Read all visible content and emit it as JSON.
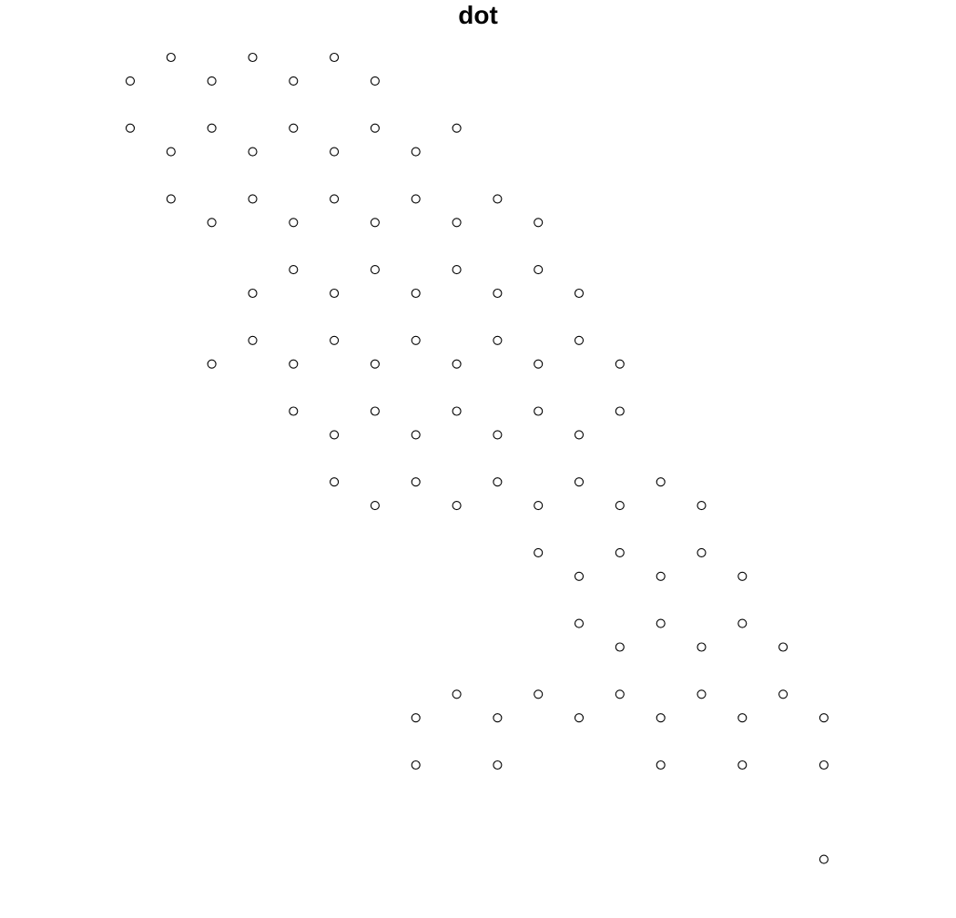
{
  "chart_data": {
    "type": "scatter",
    "title": "dot",
    "xlabel": "",
    "ylabel": "",
    "axes_shown": false,
    "grid": false,
    "marker": "open-circle",
    "marker_color": "#000000",
    "xlim": [
      0,
      17
    ],
    "ylim": [
      0,
      35
    ],
    "points": [
      [
        1,
        34
      ],
      [
        3,
        34
      ],
      [
        5,
        34
      ],
      [
        0,
        33
      ],
      [
        2,
        33
      ],
      [
        4,
        33
      ],
      [
        6,
        33
      ],
      [
        0,
        31
      ],
      [
        2,
        31
      ],
      [
        4,
        31
      ],
      [
        6,
        31
      ],
      [
        8,
        31
      ],
      [
        1,
        30
      ],
      [
        3,
        30
      ],
      [
        5,
        30
      ],
      [
        7,
        30
      ],
      [
        1,
        28
      ],
      [
        3,
        28
      ],
      [
        5,
        28
      ],
      [
        7,
        28
      ],
      [
        9,
        28
      ],
      [
        2,
        27
      ],
      [
        4,
        27
      ],
      [
        6,
        27
      ],
      [
        8,
        27
      ],
      [
        10,
        27
      ],
      [
        4,
        25
      ],
      [
        6,
        25
      ],
      [
        8,
        25
      ],
      [
        10,
        25
      ],
      [
        3,
        24
      ],
      [
        5,
        24
      ],
      [
        7,
        24
      ],
      [
        9,
        24
      ],
      [
        11,
        24
      ],
      [
        3,
        22
      ],
      [
        5,
        22
      ],
      [
        7,
        22
      ],
      [
        9,
        22
      ],
      [
        11,
        22
      ],
      [
        2,
        21
      ],
      [
        4,
        21
      ],
      [
        6,
        21
      ],
      [
        8,
        21
      ],
      [
        10,
        21
      ],
      [
        12,
        21
      ],
      [
        4,
        19
      ],
      [
        6,
        19
      ],
      [
        8,
        19
      ],
      [
        10,
        19
      ],
      [
        12,
        19
      ],
      [
        5,
        18
      ],
      [
        7,
        18
      ],
      [
        9,
        18
      ],
      [
        11,
        18
      ],
      [
        5,
        16
      ],
      [
        7,
        16
      ],
      [
        9,
        16
      ],
      [
        11,
        16
      ],
      [
        13,
        16
      ],
      [
        6,
        15
      ],
      [
        8,
        15
      ],
      [
        10,
        15
      ],
      [
        12,
        15
      ],
      [
        14,
        15
      ],
      [
        10,
        13
      ],
      [
        12,
        13
      ],
      [
        14,
        13
      ],
      [
        11,
        12
      ],
      [
        13,
        12
      ],
      [
        15,
        12
      ],
      [
        11,
        10
      ],
      [
        13,
        10
      ],
      [
        15,
        10
      ],
      [
        12,
        9
      ],
      [
        14,
        9
      ],
      [
        16,
        9
      ],
      [
        8,
        7
      ],
      [
        10,
        7
      ],
      [
        12,
        7
      ],
      [
        14,
        7
      ],
      [
        16,
        7
      ],
      [
        7,
        6
      ],
      [
        9,
        6
      ],
      [
        11,
        6
      ],
      [
        13,
        6
      ],
      [
        15,
        6
      ],
      [
        17,
        6
      ],
      [
        7,
        4
      ],
      [
        9,
        4
      ],
      [
        13,
        4
      ],
      [
        15,
        4
      ],
      [
        17,
        4
      ],
      [
        17,
        0
      ]
    ]
  }
}
